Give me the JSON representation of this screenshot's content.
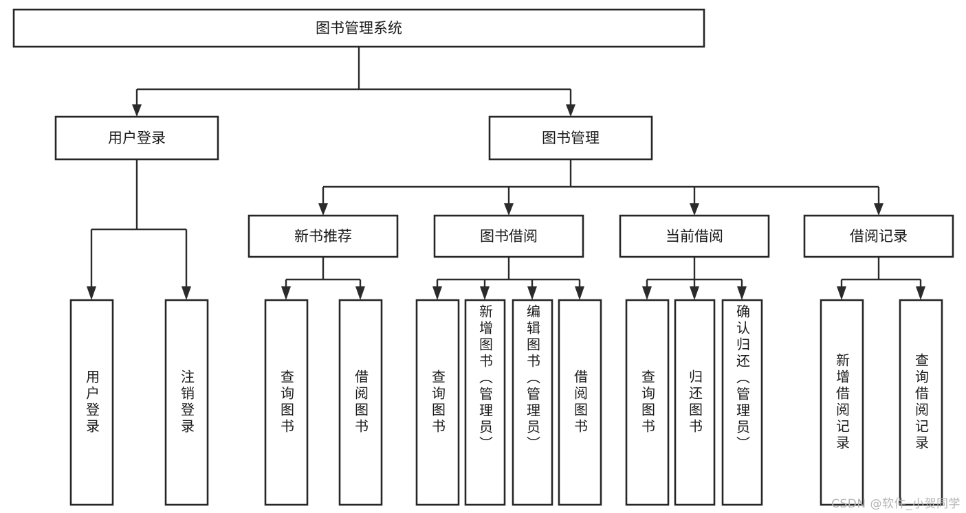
{
  "diagram": {
    "title": "图书管理系统",
    "watermark": "CSDN @软件_小贺同学",
    "colors": {
      "box_stroke": "#262626",
      "box_fill": "#ffffff",
      "connector": "#2b2b2b",
      "text": "#1a1a1a",
      "watermark": "#b4b4b4",
      "background": "#ffffff"
    },
    "root": {
      "label": "图书管理系统"
    },
    "level2": [
      {
        "label": "用户登录"
      },
      {
        "label": "图书管理"
      }
    ],
    "level3": [
      {
        "label": "新书推荐"
      },
      {
        "label": "图书借阅"
      },
      {
        "label": "当前借阅"
      },
      {
        "label": "借阅记录"
      }
    ],
    "leaves_user_login": [
      {
        "label": "用户登录"
      },
      {
        "label": "注销登录"
      }
    ],
    "leaves_new_book": [
      {
        "label": "查询图书"
      },
      {
        "label": "借阅图书"
      }
    ],
    "leaves_borrow": [
      {
        "label": "查询图书"
      },
      {
        "label": "新增图书（管理员）"
      },
      {
        "label": "编辑图书（管理员）"
      },
      {
        "label": "借阅图书"
      }
    ],
    "leaves_current": [
      {
        "label": "查询图书"
      },
      {
        "label": "归还图书"
      },
      {
        "label": "确认归还（管理员）"
      }
    ],
    "leaves_records": [
      {
        "label": "新增借阅记录"
      },
      {
        "label": "查询借阅记录"
      }
    ]
  }
}
